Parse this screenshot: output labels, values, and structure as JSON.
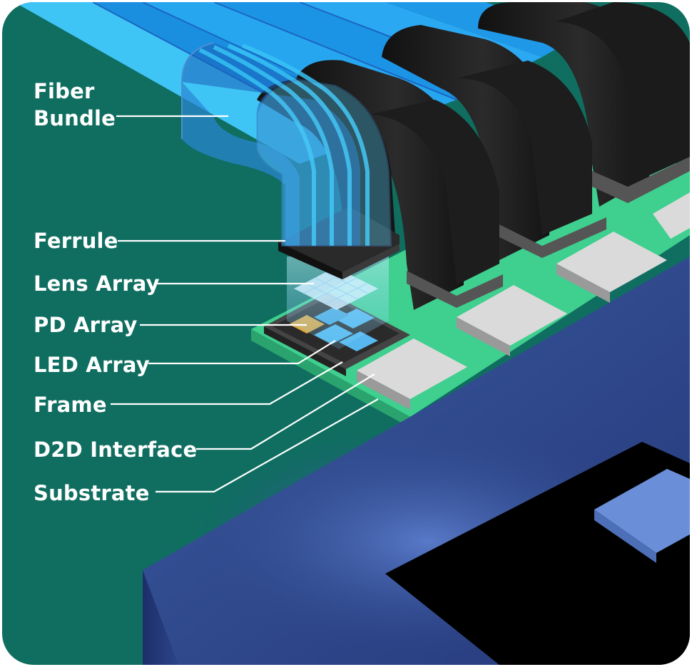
{
  "diagram": {
    "labels": {
      "fiber_bundle_line1": "Fiber",
      "fiber_bundle_line2": "Bundle",
      "ferrule": "Ferrule",
      "lens_array": "Lens Array",
      "pd_array": "PD Array",
      "led_array": "LED Array",
      "frame": "Frame",
      "d2d_interface": "D2D Interface",
      "substrate": "Substrate"
    },
    "colors": {
      "background": "#0f6e60",
      "fiber": "#2fb4f0",
      "ferrule": "#1c1c1c",
      "substrate_pad": "#3fcf8e",
      "chip": "#2f4a8c",
      "d2d_pad": "#d9d9d9",
      "led": "#56b8ee",
      "pd": "#e0a640"
    }
  }
}
